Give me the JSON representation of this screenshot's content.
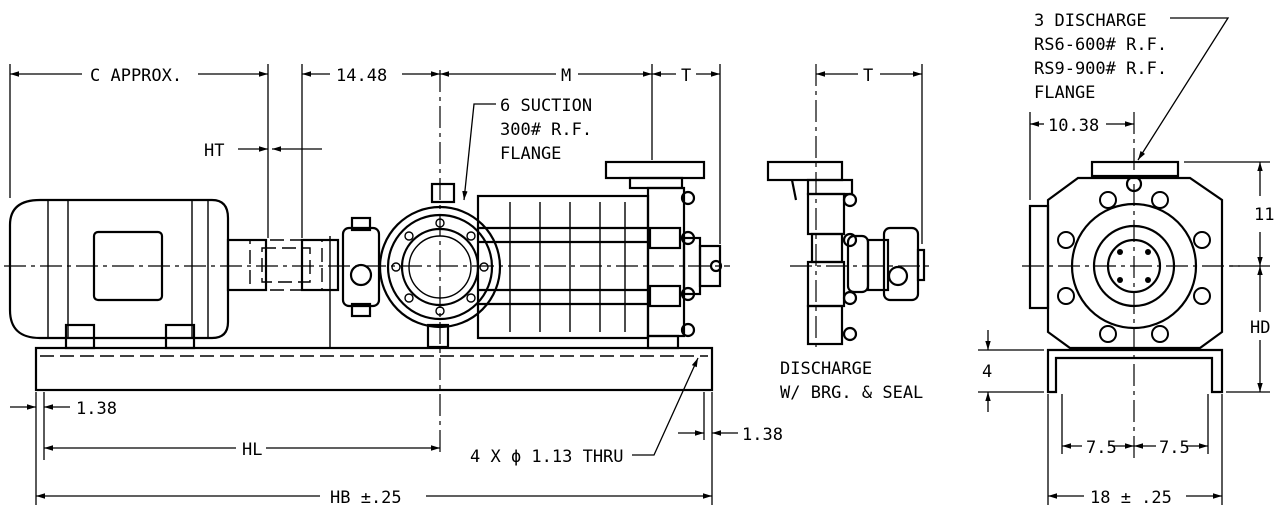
{
  "labels": {
    "c_approx": "C APPROX.",
    "dim_14_48": "14.48",
    "m": "M",
    "t_left": "T",
    "t_mid": "T",
    "ht": "HT",
    "suction_1": "6 SUCTION",
    "suction_2": "300# R.F.",
    "suction_3": "FLANGE",
    "dim_1_38_left": "1.38",
    "hl": "HL",
    "thru": "4 X ϕ 1.13 THRU",
    "dim_1_38_right": "1.38",
    "hb": "HB ±.25",
    "discharge_view_1": "DISCHARGE",
    "discharge_view_2": "W/ BRG. & SEAL",
    "disch_1": "3 DISCHARGE",
    "disch_2": "RS6-600# R.F.",
    "disch_3": "RS9-900# R.F.",
    "disch_4": "FLANGE",
    "dim_10_38": "10.38",
    "dim_11": "11",
    "hd": "HD",
    "dim_4": "4",
    "dim_7_5_left": "7.5",
    "dim_7_5_right": "7.5",
    "dim_18": "18 ± .25"
  }
}
